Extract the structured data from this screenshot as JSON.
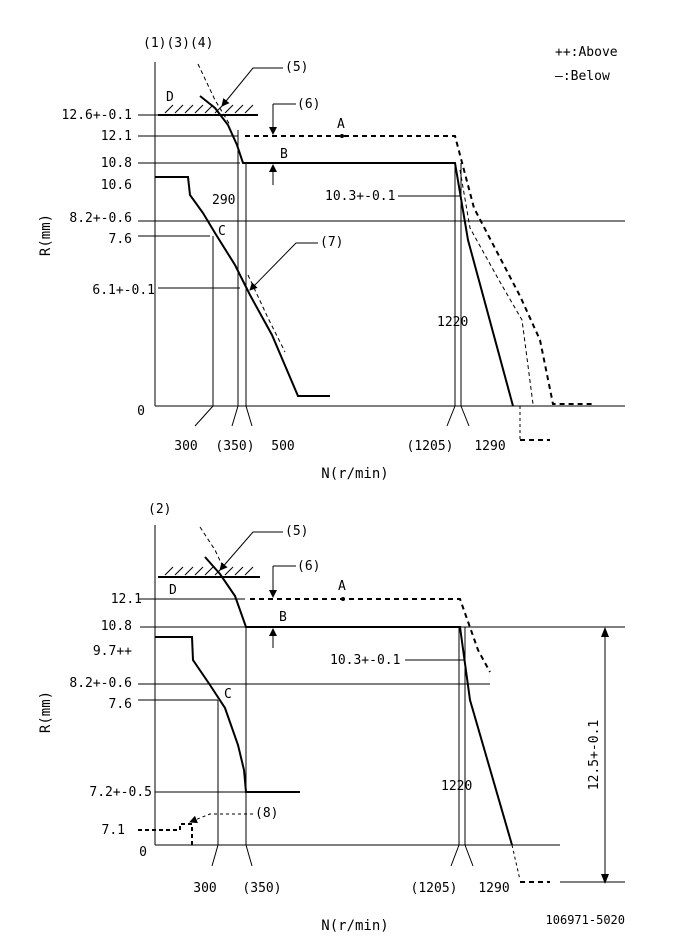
{
  "legend": {
    "above": "++:Above",
    "below": "—:Below"
  },
  "footer_code": "106971-5020",
  "upper": {
    "conditions": "(1)(3)(4)",
    "y_axis_label": "R(mm)",
    "x_axis_label": "N(r/min)",
    "y_ticks": [
      "12.6+-0.1",
      "12.1",
      "10.8",
      "10.6",
      "8.2+-0.6",
      "7.6",
      "6.1+-0.1",
      "0"
    ],
    "x_ticks": [
      "300",
      "(350)",
      "500",
      "(1205)",
      "1290"
    ],
    "points": {
      "A": "A",
      "B": "B",
      "C": "C",
      "D": "D"
    },
    "callouts": {
      "c5": "(5)",
      "c6": "(6)",
      "c7": "(7)"
    },
    "inline": {
      "n290": "290",
      "r103": "10.3+-0.1",
      "n1220": "1220"
    }
  },
  "lower": {
    "conditions": "(2)",
    "y_axis_label": "R(mm)",
    "x_axis_label": "N(r/min)",
    "y_ticks": [
      "12.1",
      "10.8",
      "9.7++",
      "8.2+-0.6",
      "7.6",
      "7.2+-0.5",
      "7.1",
      "0"
    ],
    "x_ticks": [
      "300",
      "(350)",
      "(1205)",
      "1290"
    ],
    "points": {
      "A": "A",
      "B": "B",
      "C": "C",
      "D": "D"
    },
    "callouts": {
      "c5": "(5)",
      "c6": "(6)",
      "c8": "(8)"
    },
    "inline": {
      "r103": "10.3+-0.1",
      "n1220": "1220",
      "dim": "12.5+-0.1"
    }
  }
}
